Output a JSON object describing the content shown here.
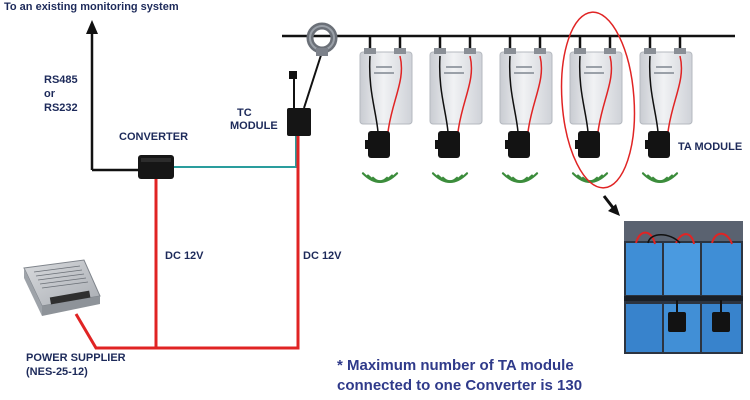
{
  "labels": {
    "monitoring": "To an existing monitoring system",
    "rs485": "RS485",
    "or": "or",
    "rs232": "RS232",
    "converter": "CONVERTER",
    "tc_line1": "TC",
    "tc_line2": "MODULE",
    "ta_module": "TA MODULE",
    "dc_left": "DC 12V",
    "dc_right": "DC 12V",
    "power_line1": "POWER SUPPLIER",
    "power_line2": "(NES-25-12)"
  },
  "note": {
    "line1": "* Maximum number of TA module",
    "line2": "connected to one Converter is 130"
  },
  "battery_count": 5,
  "highlighted_battery_index": 4,
  "colors": {
    "label": "#1d2a5a",
    "note": "#2f3a8a",
    "power_wire": "#e02424",
    "data_wire": "#2a9d9d",
    "bus_wire": "#111111",
    "wireless": "#3c8d3c",
    "highlight": "#e02424"
  },
  "icons": [
    "converter-icon",
    "tc-module-icon",
    "current-sensor-icon",
    "power-supply-icon",
    "battery-icon",
    "ta-module-icon",
    "wireless-signal-icon",
    "arrow-icon",
    "photo-inset"
  ]
}
